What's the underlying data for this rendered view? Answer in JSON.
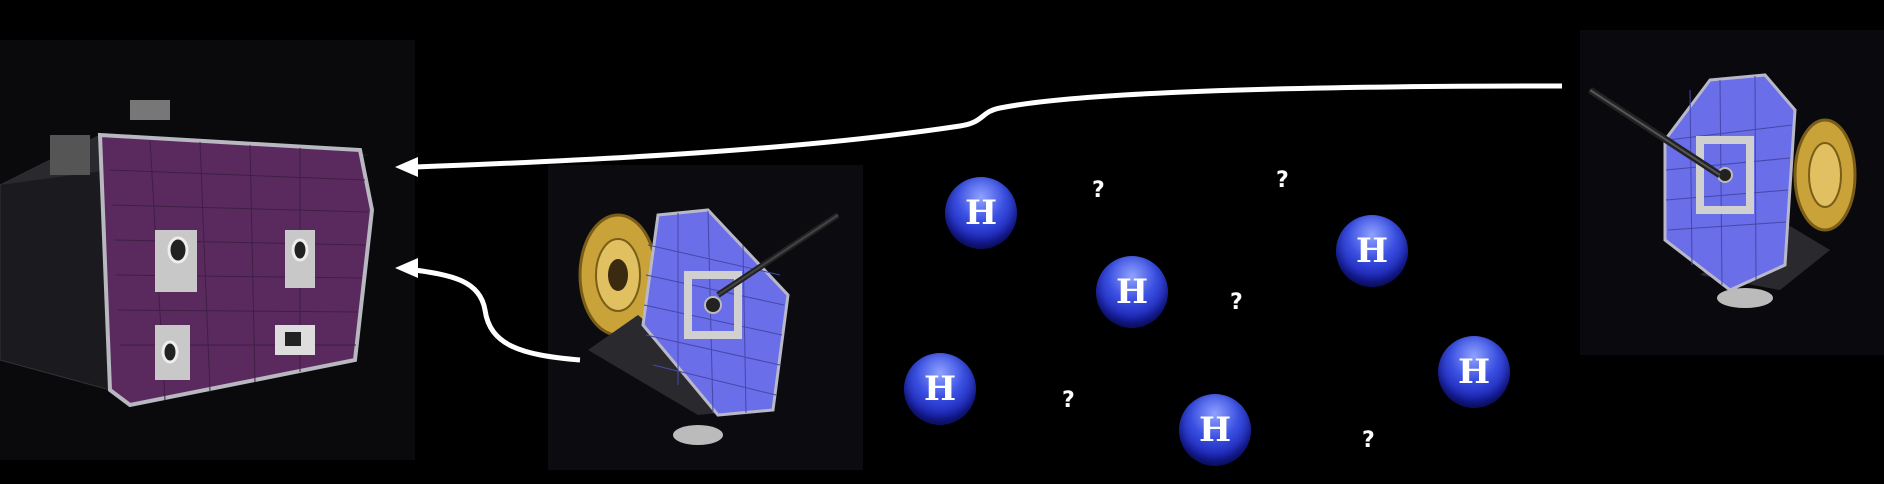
{
  "hydrogen_atoms": [
    {
      "label": "H"
    },
    {
      "label": "H"
    },
    {
      "label": "H"
    },
    {
      "label": "H"
    },
    {
      "label": "H"
    },
    {
      "label": "H"
    }
  ],
  "unknowns": [
    {
      "label": "?"
    },
    {
      "label": "?"
    },
    {
      "label": "?"
    },
    {
      "label": "?"
    },
    {
      "label": "?"
    }
  ],
  "colors": {
    "background": "#000000",
    "arrow": "#ffffff",
    "atom": "#2a3ad0",
    "solar_panel_left": "#5a2a5e",
    "solar_panel_ibex": "#6a6ee8",
    "thruster_gold": "#c9a23a"
  },
  "icons": [
    "spacecraft-large-panel",
    "ibex-spacecraft",
    "ibex-spacecraft",
    "hydrogen-atom",
    "unknown-question-mark",
    "arrow-left"
  ]
}
